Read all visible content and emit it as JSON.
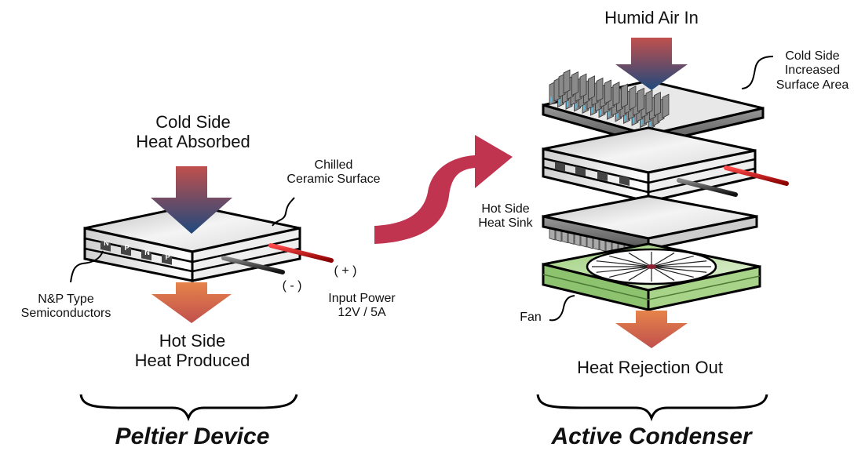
{
  "left": {
    "title": "Peltier Device",
    "cold_side": [
      "Cold Side",
      "Heat Absorbed"
    ],
    "hot_side": [
      "Hot Side",
      "Heat Produced"
    ],
    "chilled": [
      "Chilled",
      "Ceramic Surface"
    ],
    "semiconductors": [
      "N&P Type",
      "Semiconductors"
    ],
    "positive": "( + )",
    "negative": "( - )",
    "input_power": [
      "Input Power",
      "12V /  5A"
    ],
    "np_labels": [
      "N",
      "P",
      "N",
      "P"
    ]
  },
  "right": {
    "title": "Active Condenser",
    "air_in": "Humid Air In",
    "cold_fins": [
      "Cold Side",
      "Increased",
      "Surface Area"
    ],
    "heat_sink": [
      "Hot Side",
      "Heat Sink"
    ],
    "fan": "Fan",
    "heat_out": "Heat Rejection Out"
  },
  "colors": {
    "transition_arrow": "#c0344f",
    "cold_arrow_top": "#c0504d",
    "cold_arrow_bottom": "#1f497d",
    "hot_arrow_top": "#e07b45",
    "hot_arrow_bottom": "#c0504d",
    "fan_green": "#8dc26f",
    "fin_blue": "#5bb8de"
  }
}
